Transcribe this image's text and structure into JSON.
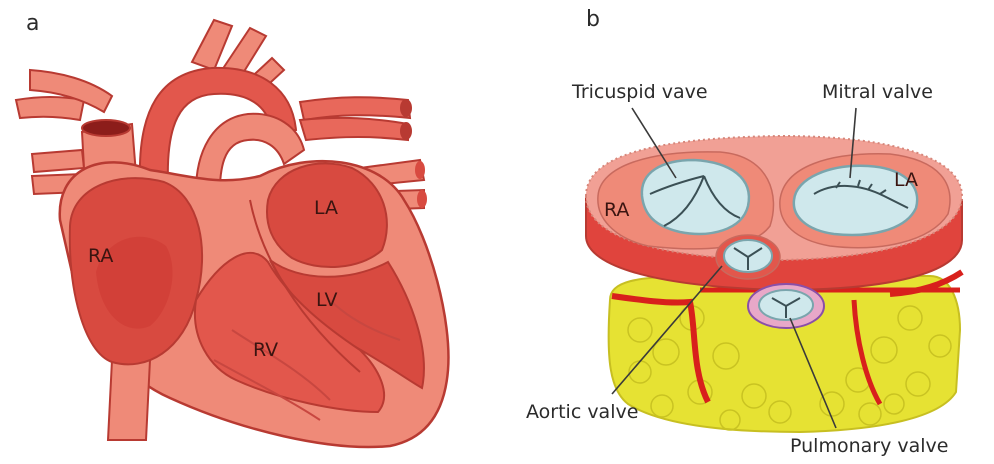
{
  "panels": {
    "a": {
      "label": "a",
      "chambers": {
        "ra": "RA",
        "la": "LA",
        "lv": "LV",
        "rv": "RV"
      }
    },
    "b": {
      "label": "b",
      "chambers": {
        "ra": "RA",
        "la": "LA"
      },
      "callouts": {
        "tricuspid": "Tricuspid vave",
        "mitral": "Mitral valve",
        "aortic": "Aortic valve",
        "pulmonary": "Pulmonary valve"
      }
    }
  },
  "colors": {
    "heart_light": "#ef8a78",
    "heart_mid": "#e2574c",
    "heart_dark": "#cf3a33",
    "outline": "#b83a32",
    "valve": "#cfe8ec",
    "fat": "#e6e233",
    "vessel_red": "#d8201c"
  }
}
